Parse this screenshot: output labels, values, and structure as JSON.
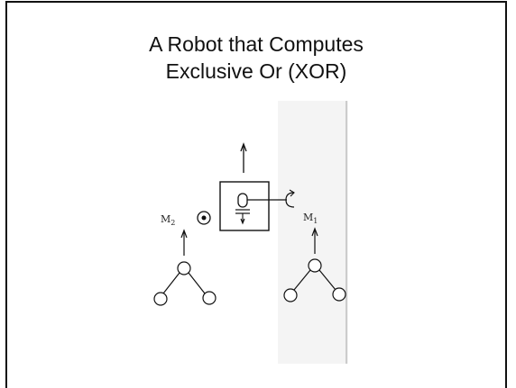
{
  "slide": {
    "title_line1": "A Robot that Computes",
    "title_line2": "Exclusive Or (XOR)"
  },
  "diagram": {
    "motor_left": {
      "letter": "M",
      "subscript": "2"
    },
    "motor_right": {
      "letter": "M",
      "subscript": "1"
    }
  },
  "colors": {
    "background": "#ffffff",
    "ink": "#111111",
    "scan_edge": "#e9e9e9"
  }
}
